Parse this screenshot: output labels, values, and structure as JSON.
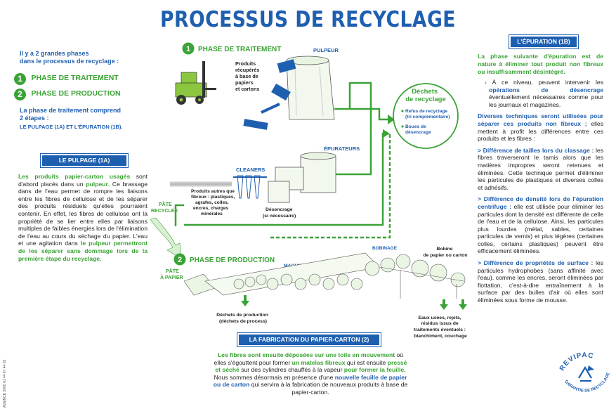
{
  "title": "PROCESSUS DE RECYCLAGE",
  "intro": {
    "heading_line1": "Il y a 2 grandes phases",
    "heading_line2": "dans le processus de recyclage :",
    "phase1_num": "1",
    "phase1_label": "PHASE DE TRAITEMENT",
    "phase2_num": "2",
    "phase2_label": "PHASE DE PRODUCTION",
    "steps_line1": "La phase de traitement comprend",
    "steps_line2": "2 étapes :",
    "steps_line3": "LE PULPAGE (1A) ET L'ÉPURATION (1B)."
  },
  "pulpage": {
    "box_title": "LE PULPAGE (1A)",
    "text_hl1": "Les produits papier-carton usagés",
    "text1": " sont d'abord placés dans un ",
    "text_hl2": "pulpeur",
    "text2": ". Ce brassage dans de l'eau permet de rompre les liaisons entre les fibres de cellulose et de les séparer des produits résiduels qu'elles pourraient contenir. En effet, les fibres de cellulose ont la propriété de se lier entre elles par liaisons multiples de faibles énergies lors de l'élimination de l'eau au cours du séchage du papier. L'eau et une agitation dans ",
    "text_hl3": "le pulpeur permettront de les séparer sans dommage lors de la première étape du recyclage."
  },
  "epuration": {
    "box_title": "L'ÉPURATION (1B)",
    "lead": "La phase suivante d'épuration est de nature à éliminer tout produit non fibreux ou insuffisamment désintégré.",
    "bullet_pre": "À ce niveau, peuvent intervenir les ",
    "bullet_hl": "opérations de désencrage",
    "bullet_post": " éventuellement nécessaires comme pour les journaux et magazines.",
    "diverses_hl": "Diverses techniques seront utilisées pour séparer ces produits non fibreux ;",
    "diverses_text": " elles mettent à profit les différences entre ces produits et les fibres :",
    "diff1_hl": "> Différence de tailles lors du classage :",
    "diff1_text": " les fibres traverseront le tamis alors que les matières impropres seront retenues et éliminées. Cette technique permet d'éliminer les particules de plastiques et diverses colles et adhésifs.",
    "diff2_hl": "> Différence de densité lors de l'épuration centrifuge :",
    "diff2_text": " elle est utilisée pour éliminer les particules dont la densité est différente de celle de l'eau et de la cellulose. Ainsi, les particules plus lourdes (métal, sables, certaines particules de vernis) et plus légères (certaines colles, certains plastiques) peuvent être efficacement éliminées.",
    "diff3_hl": "> Différence de propriétés de surface :",
    "diff3_text": " les particules hydrophobes (sans affinité avec l'eau), comme les encres, seront éliminées par flottation, c'est-à-dire entraînement à la surface par des bulles d'air où elles sont éliminées sous forme de mousse."
  },
  "fabrication": {
    "box_title": "LA FABRICATION DU PAPIER-CARTON (2)",
    "hl1": "Les fibres sont ensuite déposées sur une toile en mouvement",
    "t1": " où elles s'égouttent pour former ",
    "hl2": "un matelas fibreux",
    "t2": " qui est ensuite ",
    "hl3": "pressé et séché",
    "t3": " sur des cylindres chauffés à la vapeur ",
    "hl4": "pour former la feuille.",
    "t4": " Nous sommes désormais en présence d'une ",
    "hl5": "nouvelle feuille de papier ou de carton",
    "t5": " qui servira à la fabrication de nouveaux produits à base de papier-carton."
  },
  "diagram": {
    "phase1_num": "1",
    "phase1_label": "PHASE DE TRAITEMENT",
    "phase2_num": "2",
    "phase2_label": "PHASE DE PRODUCTION",
    "pulpeur": "PULPEUR",
    "produits_recuperes": [
      "Produits",
      "récupérés",
      "à base de",
      "papiers",
      "et cartons"
    ],
    "dechets_title": [
      "Déchets",
      "de recyclage"
    ],
    "dechets_item1": [
      "Refus de recyclage",
      "(tri complémentaire)"
    ],
    "dechets_item2": [
      "Boues de",
      "désencrage"
    ],
    "epurateurs": "ÉPURATEURS",
    "cleaners": "CLEANERS",
    "produits_autres": [
      "Produits autres que",
      "fibreux : plastiques,",
      "agrafes, colles,",
      "encres, charges",
      "minérales"
    ],
    "desencrage": [
      "Désencrage",
      "(si nécessaire)"
    ],
    "pate_recyclee": [
      "PÂTE",
      "RECYCLÉE"
    ],
    "pate_a_papier": [
      "PÂTE",
      "À PAPIER"
    ],
    "machine": "MACHINE À PAPIER",
    "bobinage": "BOBINAGE",
    "bobine": [
      "Bobine",
      "de papier ou carton"
    ],
    "dechets_production": [
      "Déchets de production",
      "(déchets de process)"
    ],
    "eaux_usees": [
      "Eaux usées, rejets,",
      "résidus issus de",
      "traitements éventuels :",
      "blanchiment, couchage"
    ]
  },
  "logo": {
    "name": "REVIPAC",
    "tagline": "GARANTIE DE RECYCLAGE"
  },
  "side_ref": "AGENCE 2000 01 44 67 44 92",
  "colors": {
    "blue": "#1f5fb0",
    "green": "#3aa335",
    "lightgreen": "#d9efd2"
  }
}
